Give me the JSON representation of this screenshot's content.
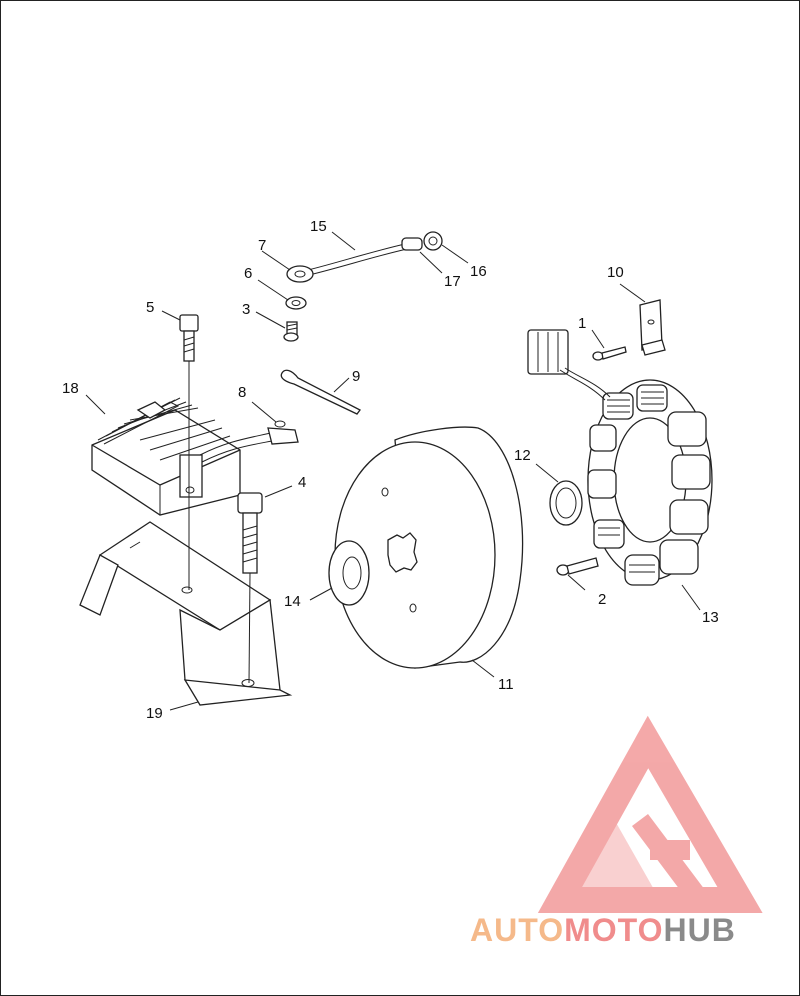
{
  "diagram": {
    "callouts": [
      "1",
      "2",
      "3",
      "4",
      "5",
      "6",
      "7",
      "8",
      "9",
      "10",
      "11",
      "12",
      "13",
      "14",
      "15",
      "16",
      "17",
      "18",
      "19"
    ]
  },
  "watermark": {
    "part1": "AUTO",
    "part2": "MOTO",
    "part3": "HUB",
    "logo_color": "#f08c8c",
    "auto_color": "#f5b98a",
    "hub_color": "#8a8a8a"
  }
}
